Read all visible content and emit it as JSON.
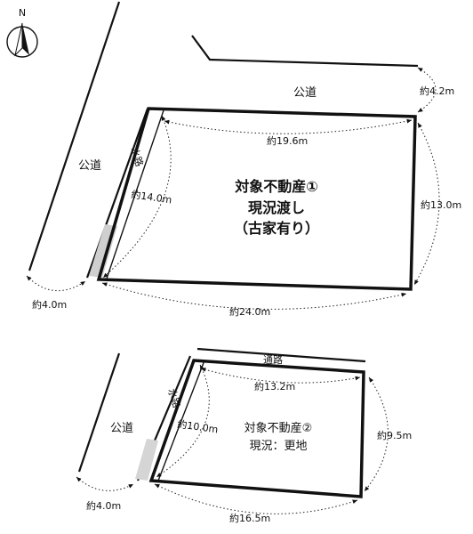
{
  "compass": {
    "label": "N",
    "icon": "north-arrow-icon"
  },
  "roads": {
    "public_road_label": "公道",
    "waterway_label": "水路",
    "passage_label": "通路"
  },
  "property1": {
    "title": "対象不動産①",
    "line2": "現況渡し",
    "line3": "（古家有り）",
    "dims": {
      "top": "約19.6m",
      "right": "約13.0m",
      "bottom": "約24.0m",
      "left": "約14.0m",
      "road_width_left": "約4.0m",
      "road_width_top": "約4.2m"
    }
  },
  "property2": {
    "title": "対象不動産②",
    "status": "現況：更地",
    "dims": {
      "top": "約13.2m",
      "right": "約9.5m",
      "bottom": "約16.5m",
      "left": "約10.0m",
      "road_width_left": "約4.0m"
    }
  }
}
